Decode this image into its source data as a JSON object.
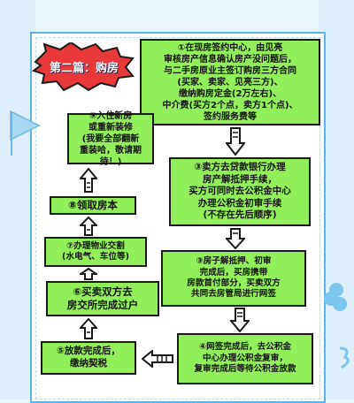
{
  "badge": {
    "label": "第二篇：购房"
  },
  "steps": {
    "s1": "①在现房签约中心，由见亮\n审核房产信息确认房产没问题后，\n与二手房原业主签订购房三方合同\n(买家、卖家、见亮三方)、\n缴纳购房定金(2万左右)、\n中介费(买方2个点，卖方1个点)、\n签约服务费等",
    "s2": "③卖方去贷款银行办理\n房产解抵押手续，\n买方可同时去公积金中心\n办理公积金初审手续\n(不存在先后顺序)",
    "s3": "③房子解抵押、初审\n完成后，买房携带\n房款首付部分，买卖双方\n共同去房管局进行网签",
    "s4": "④网签完成后，去公积金\n中心办理公积金复审，\n复审完成后等待公积金放款",
    "s5": "⑤放款完成后，\n缴纳契税",
    "s6": "⑥买卖双方去\n房交所完成过户",
    "s7": "⑦办理物业交割\n(水电气、车位等)",
    "s8": "⑧领取房本",
    "s9": "⑨入住新房\n或重新装修\n(我要全部翻新\n重装哈，敬请期待！)"
  },
  "colors": {
    "box_fill": "#92ee5a",
    "badge_fill": "#e8383a",
    "frame": "#5bb4e6"
  },
  "icons": {
    "badge": "red-starburst",
    "arrows": "hand-drawn-striped-arrow"
  }
}
